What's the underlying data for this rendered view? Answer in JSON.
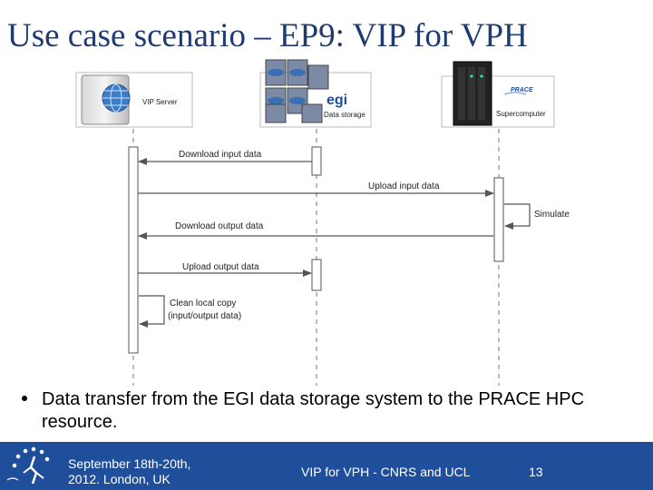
{
  "slide": {
    "title": "Use case scenario – EP9: VIP for VPH",
    "bullet": "Data transfer from the EGI data storage system to the PRACE HPC resource."
  },
  "diagram": {
    "actors": [
      {
        "label": "VIP Server",
        "icon": "globe-server-icon"
      },
      {
        "label": "Data storage",
        "icon": "egi-storage-icon",
        "logo_text": "egi"
      },
      {
        "label": "Supercomputer",
        "icon": "prace-supercomputer-icon",
        "logo_text": "PRACE"
      }
    ],
    "messages": [
      {
        "label": "Download input data"
      },
      {
        "label": "Upload input data"
      },
      {
        "label": "Simulate"
      },
      {
        "label": "Download output data"
      },
      {
        "label": "Upload output data"
      },
      {
        "label_line1": "Clean local copy",
        "label_line2": "(input/output data)"
      }
    ]
  },
  "footer": {
    "date_line1": "September 18th-20th,",
    "date_line2": "2012. London, UK",
    "center": "VIP for VPH - CNRS and UCL",
    "page": "13"
  },
  "colors": {
    "title": "#1f3b70",
    "footer_bg": "#1f4e9a",
    "arrow": "#4a4a4a"
  }
}
